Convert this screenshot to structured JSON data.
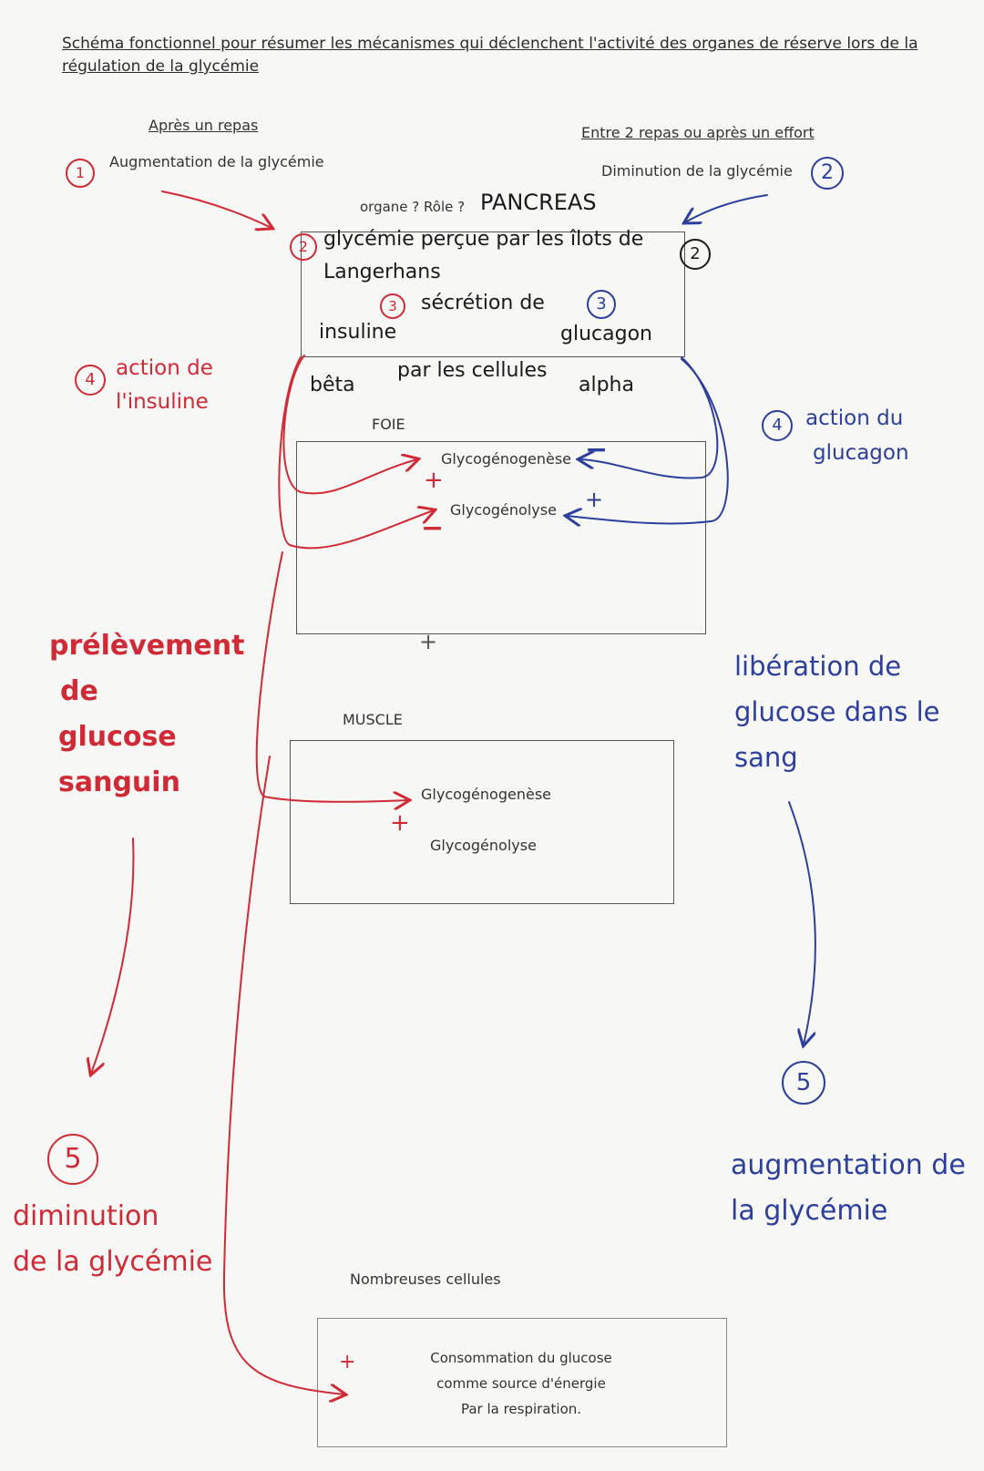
{
  "title": {
    "line1": "Schéma fonctionnel pour résumer les mécanismes qui déclenchent l'activité des organes de réserve lors de la",
    "line2": "régulation de la glycémie"
  },
  "left_header": {
    "heading": "Après un repas",
    "number": "1",
    "text": "Augmentation de la glycémie"
  },
  "right_header": {
    "heading": "Entre 2 repas ou après un effort",
    "number": "2",
    "text": "Diminution de la glycémie"
  },
  "pancreas": {
    "question": "organe ? Rôle ?",
    "name": "PANCREAS",
    "num_left": "2",
    "num_right": "2",
    "line1": "glycémie perçue par les îlots de",
    "line2": "Langerhans",
    "num_secretion": "3",
    "secretion": "sécrétion de",
    "num_secretion_right": "3",
    "insuline": "insuline",
    "glucagon": "glucagon",
    "beta": "bêta",
    "cells": "par les cellules",
    "alpha": "alpha"
  },
  "action_insuline": {
    "number": "4",
    "line1": "action de",
    "line2": "l'insuline"
  },
  "action_glucagon": {
    "number": "4",
    "line1": "action du",
    "line2": "glucagon"
  },
  "foie": {
    "label": "FOIE",
    "process1": "Glycogénogenèse",
    "process2": "Glycogénolyse",
    "plus_left": "+",
    "minus_left": "−",
    "minus_right": "−",
    "plus_right": "+",
    "plus_below": "+"
  },
  "muscle": {
    "label": "MUSCLE",
    "process1": "Glycogénogenèse",
    "process2": "Glycogénolyse",
    "plus": "+"
  },
  "left_note": {
    "l1": "prélèvement",
    "l2": "de",
    "l3": "glucose",
    "l4": "sanguin"
  },
  "right_note": {
    "l1": "libération de",
    "l2": "glucose dans le",
    "l3": "sang"
  },
  "left_result": {
    "number": "5",
    "l1": "diminution",
    "l2": "de la glycémie"
  },
  "right_result": {
    "number": "5",
    "l1": "augmentation de",
    "l2": "la glycémie"
  },
  "cells_box": {
    "label": "Nombreuses cellules",
    "l1": "Consommation du glucose",
    "l2": "comme source d'énergie",
    "l3": "Par la respiration.",
    "plus": "+"
  },
  "colors": {
    "red": "#d02a36",
    "blue": "#2c3f9c",
    "ink": "#1a1a1a"
  }
}
